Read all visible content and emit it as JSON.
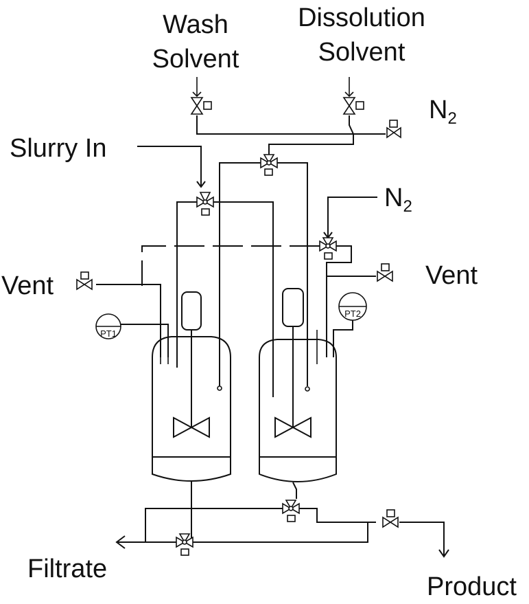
{
  "labels": {
    "wash_solvent": [
      "Wash",
      "Solvent"
    ],
    "dissolution_solvent": [
      "Dissolution",
      "Solvent"
    ],
    "n2_top": {
      "main": "N",
      "sub": "2"
    },
    "n2_mid": {
      "main": "N",
      "sub": "2"
    },
    "slurry_in": "Slurry In",
    "vent_left": "Vent",
    "vent_right": "Vent",
    "filtrate": "Filtrate",
    "product": "Product"
  },
  "instruments": {
    "pt1": "PT1",
    "pt2": "PT2"
  },
  "colors": {
    "line": "#111111",
    "background": "#ffffff"
  }
}
